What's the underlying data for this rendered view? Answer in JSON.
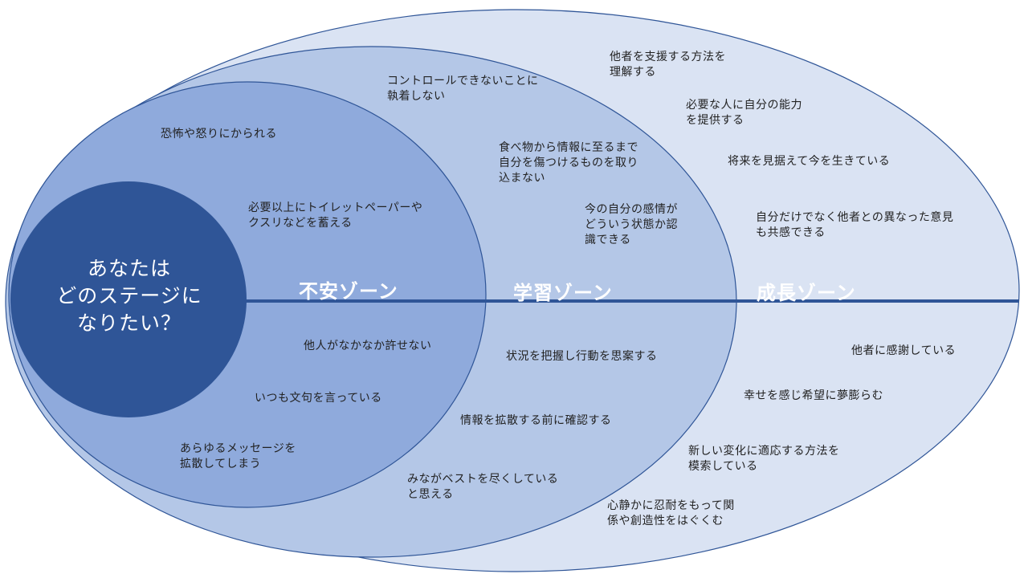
{
  "colors": {
    "growth_fill": "#dae3f3",
    "learning_fill": "#b4c7e7",
    "anxiety_fill": "#8faadc",
    "center_fill": "#2f5597",
    "outline": "#2f5597",
    "axis": "#2f5597"
  },
  "center": {
    "text": "あなたは\nどのステージに\nなりたい？"
  },
  "zones": {
    "anxiety": "不安ゾーン",
    "learning": "学習ゾーン",
    "growth": "成長ゾーン"
  },
  "anxiety_items": [
    "恐怖や怒りにかられる",
    "必要以上にトイレットペーパーや\nクスリなどを蓄える",
    "他人がなかなか許せない",
    "いつも文句を言っている",
    "あらゆるメッセージを\n拡散してしまう"
  ],
  "learning_items": [
    "コントロールできないことに\n執着しない",
    "食べ物から情報に至るまで\n自分を傷つけるものを取り\n込まない",
    "今の自分の感情が\nどういう状態か認\n識できる",
    "状況を把握し行動を思案する",
    "情報を拡散する前に確認する",
    "みながベストを尽くしている\nと思える"
  ],
  "growth_items": [
    "他者を支援する方法を\n理解する",
    "必要な人に自分の能力\nを提供する",
    "将来を見据えて今を生きている",
    "自分だけでなく他者との異なった意見\nも共感できる",
    "他者に感謝している",
    "幸せを感じ希望に夢膨らむ",
    "新しい変化に適応する方法を\n模索している",
    "心静かに忍耐をもって関\n係や創造性をはぐくむ"
  ]
}
